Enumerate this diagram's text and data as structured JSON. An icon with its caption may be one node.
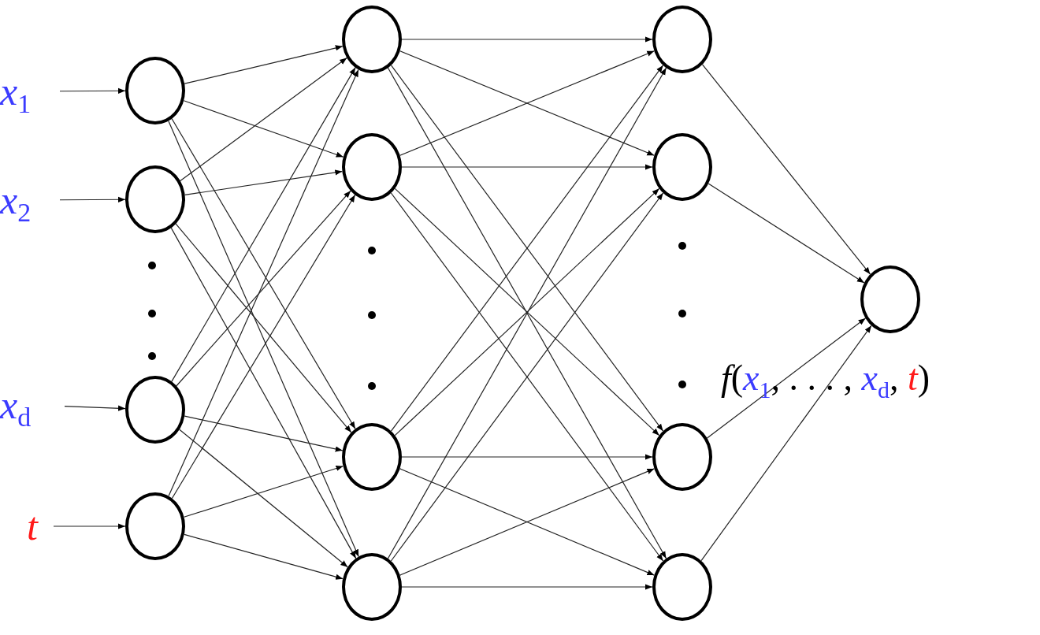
{
  "diagram": {
    "nodes": [
      {
        "text": [
          "x$_{1}$"
        ]
      },
      {
        "text": [
          "x$_{2}$"
        ]
      },
      {
        "text": [
          "x$_{d}$"
        ]
      },
      {
        "text": [
          "t"
        ]
      },
      {
        "text": [],
        "shape": "circle"
      },
      {
        "text": [],
        "shape": "circle"
      },
      {
        "text": [],
        "shape": "circle"
      },
      {
        "text": [],
        "shape": "circle"
      },
      {
        "text": [],
        "shape": "circle"
      },
      {
        "text": [],
        "shape": "circle"
      },
      {
        "text": [],
        "shape": "circle"
      },
      {
        "text": [],
        "shape": "circle"
      },
      {
        "text": [],
        "shape": "circle"
      },
      {
        "text": [],
        "shape": "circle"
      },
      {
        "text": [],
        "shape": "circle"
      },
      {
        "text": [],
        "shape": "circle"
      },
      {
        "text": [],
        "shape": "circle"
      }
    ],
    "edges": [
      {
        "from": 0,
        "to": 4,
        "arrow": "to"
      },
      {
        "from": 1,
        "to": 5,
        "arrow": "to"
      },
      {
        "from": 2,
        "to": 6,
        "arrow": "to"
      },
      {
        "from": 3,
        "to": 7,
        "arrow": "to"
      },
      {
        "from": 4,
        "to": 8,
        "arrow": "to"
      },
      {
        "from": 4,
        "to": 9,
        "arrow": "to"
      },
      {
        "from": 4,
        "to": 10,
        "arrow": "to"
      },
      {
        "from": 4,
        "to": 11,
        "arrow": "to"
      },
      {
        "from": 5,
        "to": 8,
        "arrow": "to"
      },
      {
        "from": 5,
        "to": 9,
        "arrow": "to"
      },
      {
        "from": 5,
        "to": 10,
        "arrow": "to"
      },
      {
        "from": 5,
        "to": 11,
        "arrow": "to"
      },
      {
        "from": 6,
        "to": 8,
        "arrow": "to"
      },
      {
        "from": 6,
        "to": 9,
        "arrow": "to"
      },
      {
        "from": 6,
        "to": 10,
        "arrow": "to"
      },
      {
        "from": 6,
        "to": 11,
        "arrow": "to"
      },
      {
        "from": 7,
        "to": 8,
        "arrow": "to"
      },
      {
        "from": 7,
        "to": 9,
        "arrow": "to"
      },
      {
        "from": 7,
        "to": 10,
        "arrow": "to"
      },
      {
        "from": 7,
        "to": 11,
        "arrow": "to"
      },
      {
        "from": 8,
        "to": 12,
        "arrow": "to"
      },
      {
        "from": 8,
        "to": 13,
        "arrow": "to"
      },
      {
        "from": 8,
        "to": 14,
        "arrow": "to"
      },
      {
        "from": 8,
        "to": 15,
        "arrow": "to"
      },
      {
        "from": 9,
        "to": 12,
        "arrow": "to"
      },
      {
        "from": 9,
        "to": 13,
        "arrow": "to"
      },
      {
        "from": 9,
        "to": 14,
        "arrow": "to"
      },
      {
        "from": 9,
        "to": 15,
        "arrow": "to"
      },
      {
        "from": 10,
        "to": 12,
        "arrow": "to"
      },
      {
        "from": 10,
        "to": 13,
        "arrow": "to"
      },
      {
        "from": 10,
        "to": 14,
        "arrow": "to"
      },
      {
        "from": 10,
        "to": 15,
        "arrow": "to"
      },
      {
        "from": 11,
        "to": 12,
        "arrow": "to"
      },
      {
        "from": 11,
        "to": 13,
        "arrow": "to"
      },
      {
        "from": 11,
        "to": 14,
        "arrow": "to"
      },
      {
        "from": 11,
        "to": 15,
        "arrow": "to"
      },
      {
        "from": 12,
        "to": 16,
        "arrow": "to"
      },
      {
        "from": 13,
        "to": 16,
        "arrow": "to"
      },
      {
        "from": 14,
        "to": 16,
        "arrow": "to"
      },
      {
        "from": 15,
        "to": 16,
        "arrow": "to"
      }
    ],
    "labels": [
      "*f*(*x*$_{1}$, . . . , *x*$_{d}$, *t*)"
    ]
  }
}
